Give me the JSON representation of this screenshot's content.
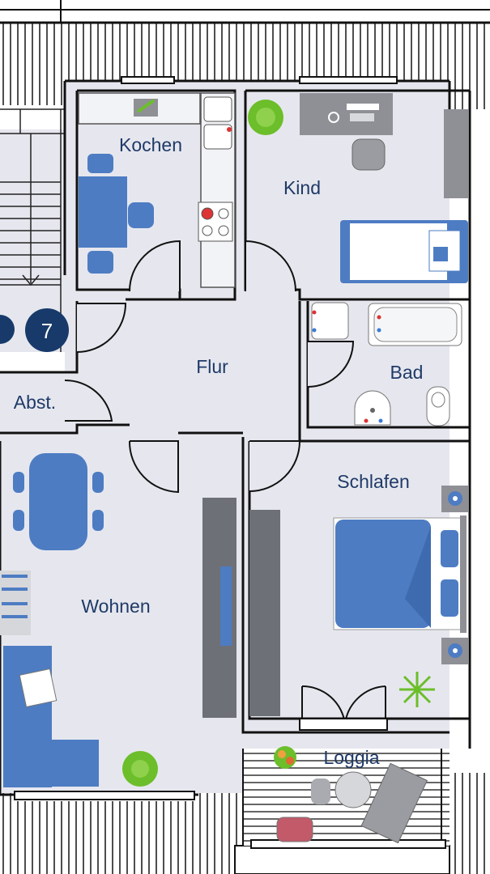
{
  "rooms": {
    "kochen": "Kochen",
    "kind": "Kind",
    "flur": "Flur",
    "bad": "Bad",
    "abst": "Abst.",
    "schlafen": "Schlafen",
    "wohnen": "Wohnen",
    "loggia": "Loggia"
  },
  "badge": {
    "number": "7"
  },
  "colors": {
    "floor": "#e6e7ee",
    "wall": "#111111",
    "furniture_blue": "#4d7cc3",
    "label_text": "#1f3a68",
    "badge_navy": "#173a6a",
    "plant_green": "#6cbe2a"
  }
}
